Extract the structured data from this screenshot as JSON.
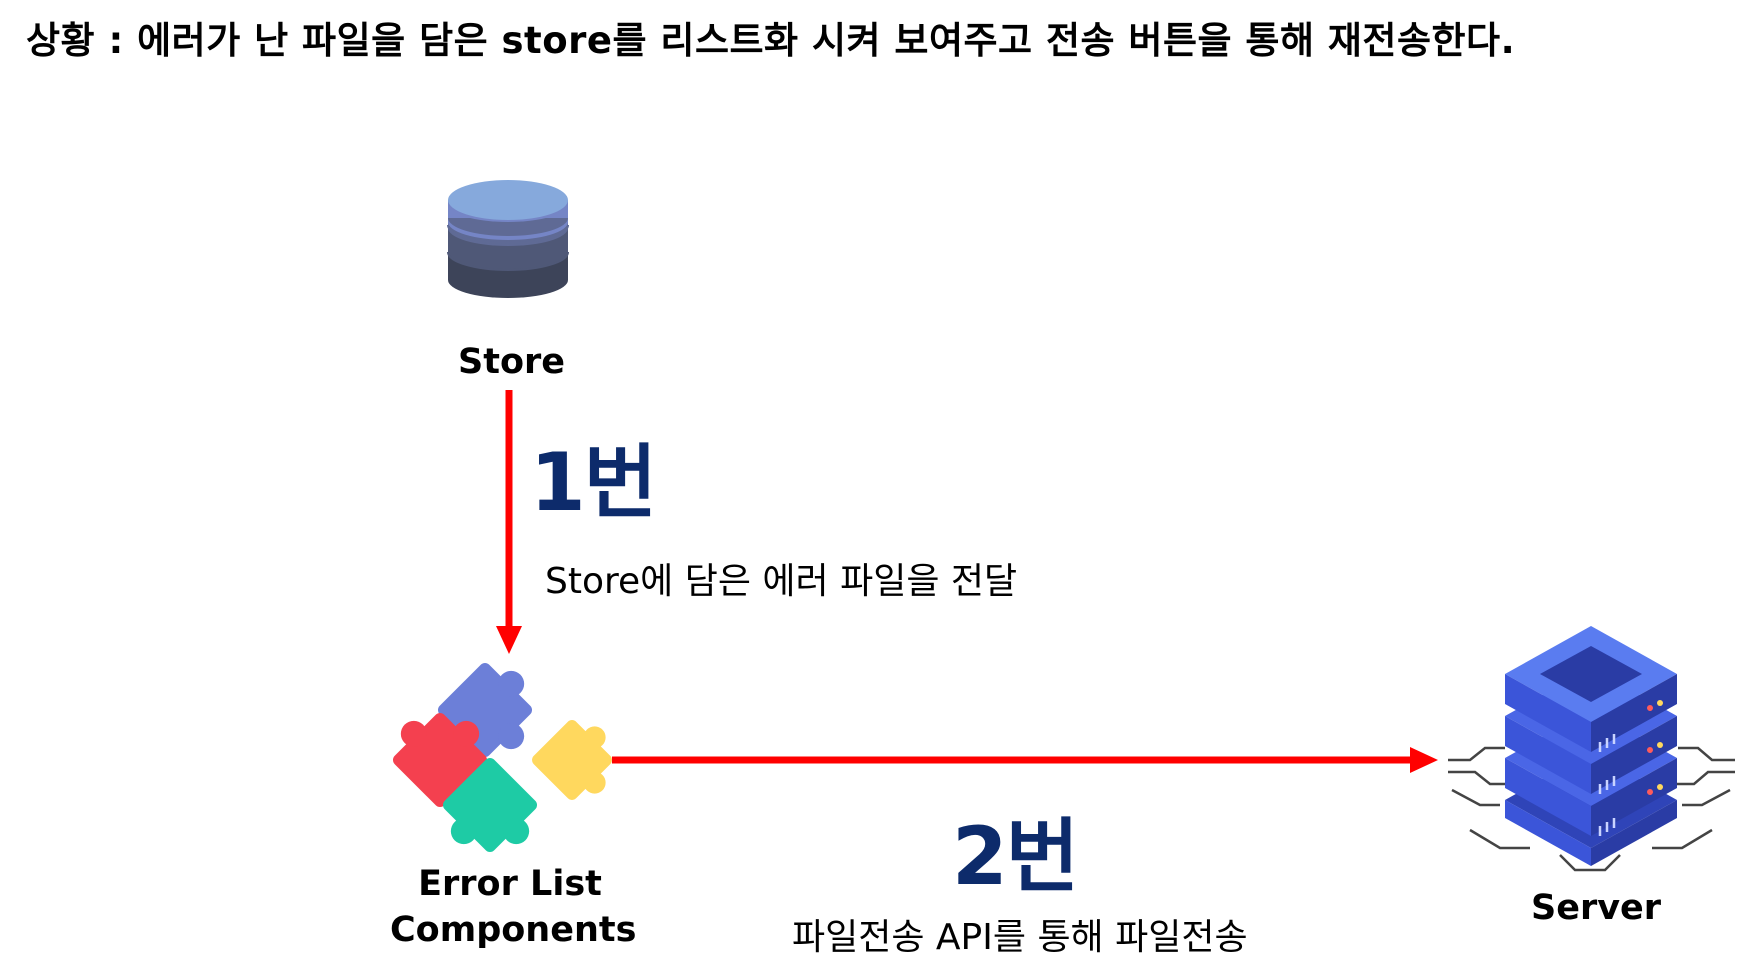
{
  "heading": "상황 : 에러가 난 파일을 담은 store를 리스트화 시켜 보여주고 전송 버튼을 통해 재전송한다.",
  "nodes": {
    "store": {
      "label": "Store",
      "icon": "database-icon"
    },
    "error_list": {
      "label_line1": "Error List",
      "label_line2": "Components",
      "icon": "puzzle-pieces-icon"
    },
    "server": {
      "label": "Server",
      "icon": "server-stack-icon"
    }
  },
  "steps": [
    {
      "number": "1번",
      "description": "Store에 담은 에러 파일을 전달"
    },
    {
      "number": "2번",
      "description": "파일전송 API를 통해 파일전송"
    }
  ],
  "colors": {
    "arrow": "#ff0000",
    "step_number": "#0d2b6b",
    "db_top": "#86a9dc",
    "db_band1": "#7585c6",
    "db_band2": "#5f6a95",
    "db_band3": "#4f5877",
    "db_band4": "#3d4459",
    "puzzle_blue": "#6c7fd8",
    "puzzle_red": "#f4404f",
    "puzzle_green": "#1ecba5",
    "puzzle_yellow": "#ffd85e",
    "server_blue": "#3b55d9",
    "server_light": "#5a7cf0"
  }
}
